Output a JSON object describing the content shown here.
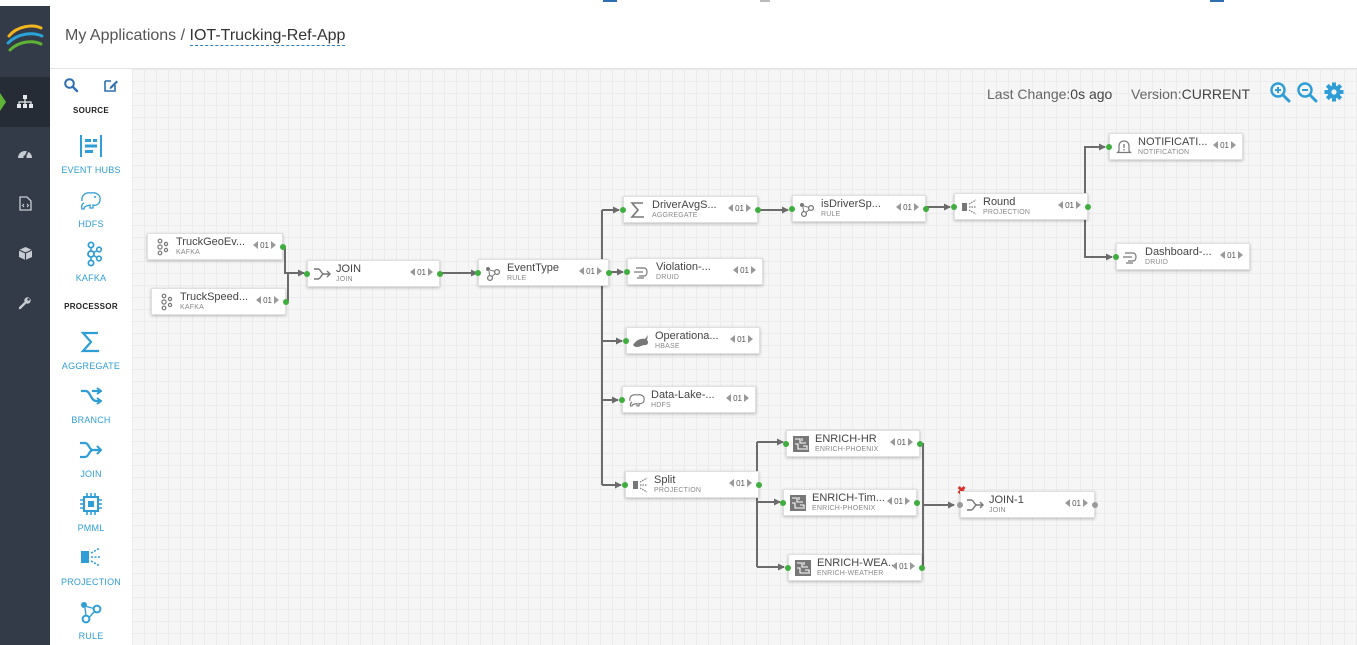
{
  "breadcrumb": {
    "root": "My Applications",
    "separator": "/",
    "app": "IOT-Trucking-Ref-App"
  },
  "nav": [
    {
      "id": "topology",
      "icon": "sitemap-icon",
      "active": true
    },
    {
      "id": "dashboard",
      "icon": "dashboard-icon",
      "active": false
    },
    {
      "id": "documents",
      "icon": "document-code-icon",
      "active": false
    },
    {
      "id": "packages",
      "icon": "cube-icon",
      "active": false
    },
    {
      "id": "config",
      "icon": "wrench-icon",
      "active": false
    }
  ],
  "palette": {
    "tools": [
      "search-icon",
      "edit-icon"
    ],
    "source_title": "SOURCE",
    "sources": [
      {
        "label": "EVENT HUBS",
        "icon": "event-hubs-icon"
      },
      {
        "label": "HDFS",
        "icon": "hdfs-elephant-icon"
      },
      {
        "label": "KAFKA",
        "icon": "kafka-icon"
      }
    ],
    "processor_title": "PROCESSOR",
    "processors": [
      {
        "label": "AGGREGATE",
        "icon": "sigma-icon"
      },
      {
        "label": "BRANCH",
        "icon": "branch-icon"
      },
      {
        "label": "JOIN",
        "icon": "join-icon"
      },
      {
        "label": "PMML",
        "icon": "chip-icon"
      },
      {
        "label": "PROJECTION",
        "icon": "projection-icon"
      },
      {
        "label": "RULE",
        "icon": "rule-icon"
      }
    ]
  },
  "canvas": {
    "last_change_label": "Last Change:",
    "last_change_value": "0s ago",
    "version_label": "Version:",
    "version_value": "CURRENT",
    "tools": [
      "zoom-in-icon",
      "zoom-out-icon",
      "settings-icon"
    ]
  },
  "nodes": [
    {
      "title": "TruckGeoEv...",
      "type": "KAFKA",
      "parallelism": "01"
    },
    {
      "title": "TruckSpeed...",
      "type": "KAFKA",
      "parallelism": "01"
    },
    {
      "title": "JOIN",
      "type": "JOIN",
      "parallelism": "01"
    },
    {
      "title": "EventType",
      "type": "RULE",
      "parallelism": "01"
    },
    {
      "title": "DriverAvgS...",
      "type": "AGGREGATE",
      "parallelism": "01"
    },
    {
      "title": "isDriverSp...",
      "type": "RULE",
      "parallelism": "01"
    },
    {
      "title": "Round",
      "type": "PROJECTION",
      "parallelism": "01"
    },
    {
      "title": "NOTIFICATI...",
      "type": "NOTIFICATION",
      "parallelism": "01"
    },
    {
      "title": "Dashboard-...",
      "type": "DRUID",
      "parallelism": "01"
    },
    {
      "title": "Violation-...",
      "type": "DRUID",
      "parallelism": "01"
    },
    {
      "title": "Operationa...",
      "type": "HBASE",
      "parallelism": "01"
    },
    {
      "title": "Data-Lake-...",
      "type": "HDFS",
      "parallelism": "01"
    },
    {
      "title": "Split",
      "type": "PROJECTION",
      "parallelism": "01"
    },
    {
      "title": "ENRICH-HR",
      "type": "ENRICH-PHOENIX",
      "parallelism": "01"
    },
    {
      "title": "ENRICH-Tim...",
      "type": "ENRICH-PHOENIX",
      "parallelism": "01"
    },
    {
      "title": "ENRICH-WEA...",
      "type": "ENRICH-WEATHER",
      "parallelism": "01"
    },
    {
      "title": "JOIN-1",
      "type": "JOIN",
      "parallelism": "01"
    }
  ]
}
